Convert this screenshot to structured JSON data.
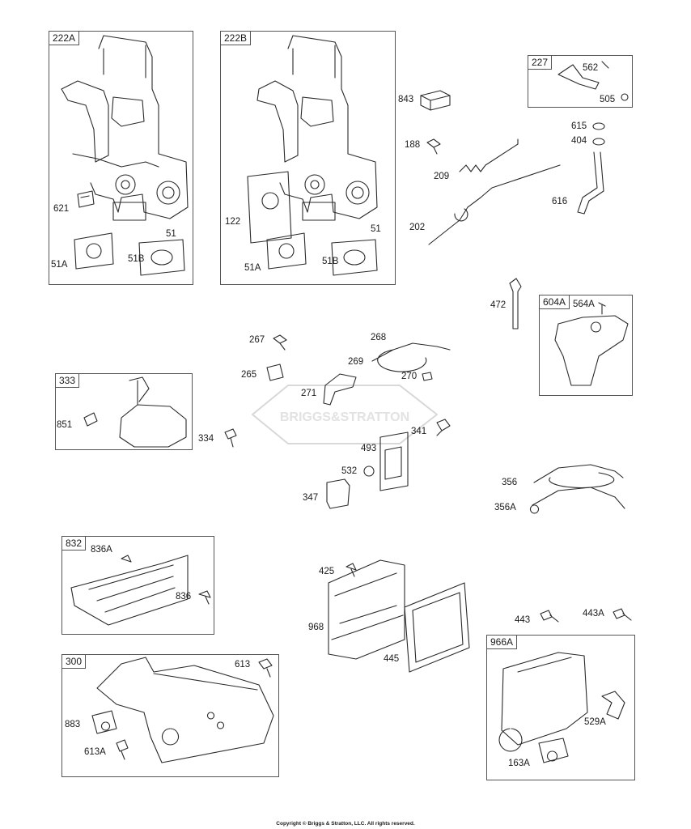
{
  "groups": {
    "g222A": "222A",
    "g222B": "222B",
    "g227": "227",
    "g604A": "604A",
    "g333": "333",
    "g832": "832",
    "g300": "300",
    "g966A": "966A"
  },
  "labels": {
    "p621": "621",
    "p51a_1": "51",
    "p51A_1": "51A",
    "p51B_1": "51B",
    "p122": "122",
    "p51a_2": "51",
    "p51A_2": "51A",
    "p51B_2": "51B",
    "p843": "843",
    "p188": "188",
    "p209": "209",
    "p202": "202",
    "p562": "562",
    "p505": "505",
    "p615": "615",
    "p404": "404",
    "p616": "616",
    "p472": "472",
    "p564A": "564A",
    "p267": "267",
    "p268": "268",
    "p269": "269",
    "p265": "265",
    "p270": "270",
    "p271": "271",
    "p341": "341",
    "p493": "493",
    "p532": "532",
    "p347": "347",
    "p851": "851",
    "p334": "334",
    "p356": "356",
    "p356A": "356A",
    "p836A": "836A",
    "p836": "836",
    "p425": "425",
    "p968": "968",
    "p445": "445",
    "p443": "443",
    "p443A": "443A",
    "p529A": "529A",
    "p163A": "163A",
    "p613": "613",
    "p883": "883",
    "p613A": "613A"
  },
  "watermark": {
    "line": "BRIGGS&STRATTON"
  },
  "copyright": "Copyright © Briggs & Stratton, LLC. All rights reserved."
}
